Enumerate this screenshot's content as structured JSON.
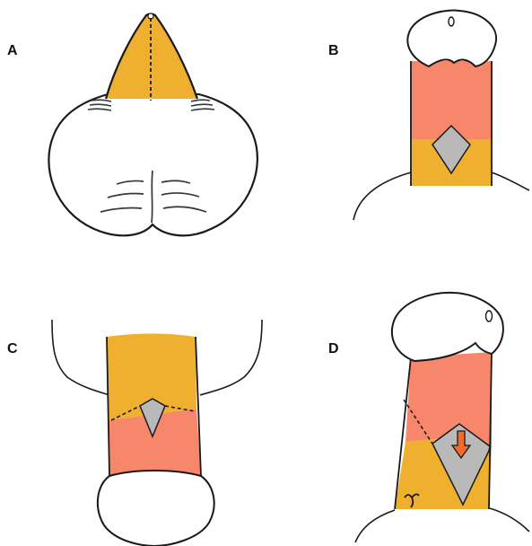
{
  "panels": [
    {
      "id": "a",
      "label": "A"
    },
    {
      "id": "b",
      "label": "B"
    },
    {
      "id": "c",
      "label": "C"
    },
    {
      "id": "d",
      "label": "D"
    }
  ],
  "colors": {
    "outline": "#1a1a1a",
    "skin_white": "#ffffff",
    "flap_yellow": "#efb02f",
    "shaft_salmon": "#f7876a",
    "defect_gray": "#b9b9b9",
    "arrow_orange": "#f36b28",
    "crease_lines": "#2f3b36"
  }
}
